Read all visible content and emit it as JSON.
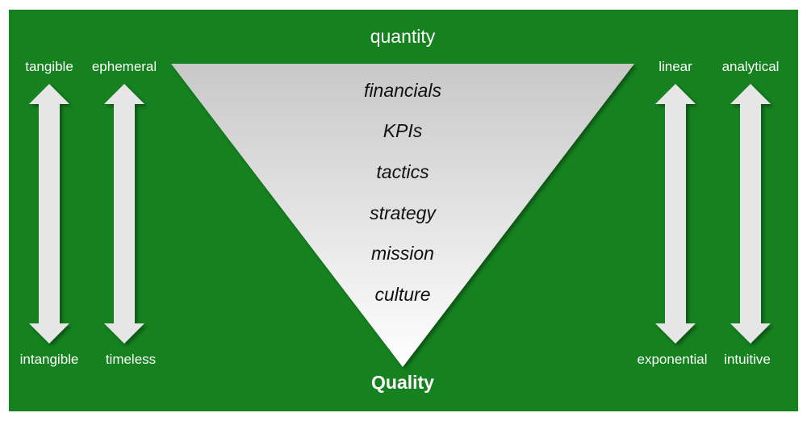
{
  "top_label": "quantity",
  "bottom_label": "Quality",
  "layers": [
    "financials",
    "KPIs",
    "tactics",
    "strategy",
    "mission",
    "culture"
  ],
  "arrows_left": [
    {
      "top": "tangible",
      "bottom": "intangible"
    },
    {
      "top": "ephemeral",
      "bottom": "timeless"
    }
  ],
  "arrows_right": [
    {
      "top": "linear",
      "bottom": "exponential"
    },
    {
      "top": "analytical",
      "bottom": "intuitive"
    }
  ],
  "colors": {
    "background": "#15811f",
    "triangle_top": "#c8c8c8",
    "triangle_bottom": "#ffffff",
    "arrow": "#e6e6e6",
    "text_light": "#ffffff",
    "text_dark": "#111111"
  }
}
